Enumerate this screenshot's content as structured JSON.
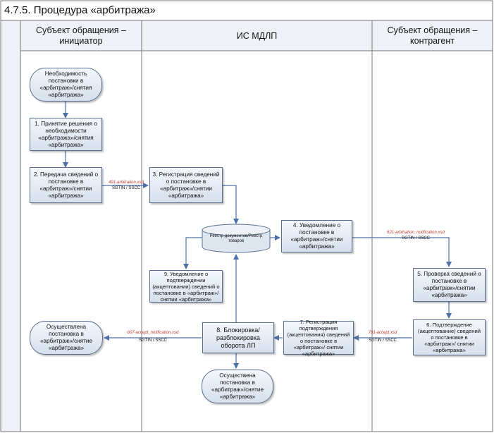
{
  "title": "4.7.5. Процедура «арбитража»",
  "lanes": [
    "Субъект обращения – инициатор",
    "ИС МДЛП",
    "Субъект обращения – контрагент"
  ],
  "nodes": {
    "start": "Необходимость постановки в «арбитраж»/снятия «арбитража»",
    "n1": "1. Принятие решения о необходимости «арбитража»/снятия «арбитража»",
    "n2": "2. Передача сведений о постановке в «арбитраж»/снятии «арбитража»",
    "n3": "3. Регистрация сведений о постановке в «арбитраж»/снятии «арбитража»",
    "n4": "4. Уведомление о постановке в «арбитраж»/снятии «арбитража»",
    "n5": "5. Проверка сведений о постановке в «арбитраж»/снятии «арбитража»",
    "n6": "6. Подтверждение (акцептование) сведений о постановке в «арбитраж»/ снятии «арбитража»",
    "n7": "7. Регистрация подтверждения (акцептования) сведений о постановке в «арбитраж»/ снятии «арбитража»",
    "n8": "8. Блокировка/ разблокировка оборота ЛП",
    "n9": "9. Уведомление о подтверждении (акцептовании) сведений о постановке в «арбитраж»/ снятии «арбитража»",
    "end_left": "Осуществлена постановка в «арбитраж»/снятие «арбитража»",
    "end_bottom": "Осуществена постановка в «арбитраж»/снятие «арбитража»",
    "registry": "Реестр документов/Реестр товаров"
  },
  "edge_labels": {
    "e2_3_doc": "491-arbitration.xsd",
    "e2_3_codes": "SGTIN / SSCC",
    "e4_5_doc": "621-arbitration_notification.xsd",
    "e4_5_codes": "SGTIN / SSCC",
    "e6_7_doc": "701-accept.xsd",
    "e6_7_codes": "SGTIN / SSCC",
    "e8_end_doc": "607-accept_notification.xsd",
    "e8_end_codes": "SGTIN / SSCC"
  },
  "colors": {
    "node_border": "#5a6f8f",
    "arrow": "#4f6fa8",
    "doc_label": "#c0392b"
  }
}
